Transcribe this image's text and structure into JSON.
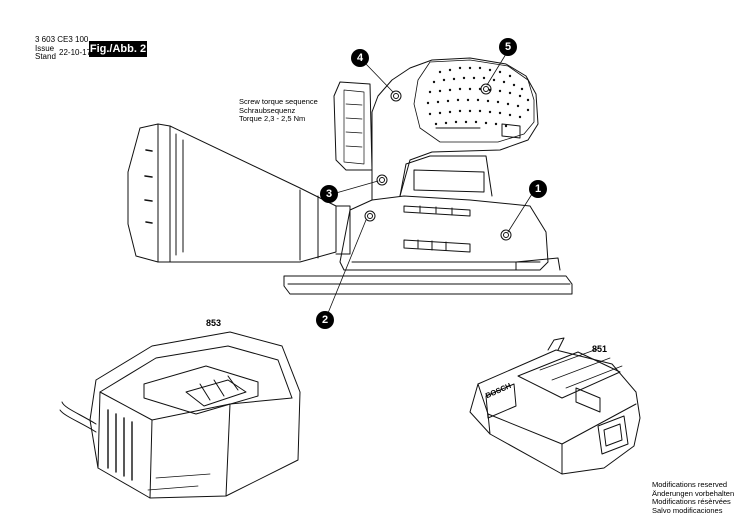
{
  "header": {
    "doc_number": "3 603 CE3 100",
    "issue_label": "Issue",
    "stand_label": "Stand",
    "date": "22-10-17",
    "figure_label": "Fig./Abb. 2"
  },
  "torque_note": {
    "line1": "Screw torque sequence",
    "line2": "Schraubsequenz",
    "line3": "Torque 2,3 - 2,5 Nm"
  },
  "callouts": [
    "1",
    "2",
    "3",
    "4",
    "5"
  ],
  "parts": {
    "charger": "853",
    "battery": "851"
  },
  "battery_brand": "BOSCH",
  "footer": {
    "line1": "Modifications reserved",
    "line2": "Änderungen vorbehalten",
    "line3": "Modifications résèrvées",
    "line4": "Salvo modificaciones"
  }
}
